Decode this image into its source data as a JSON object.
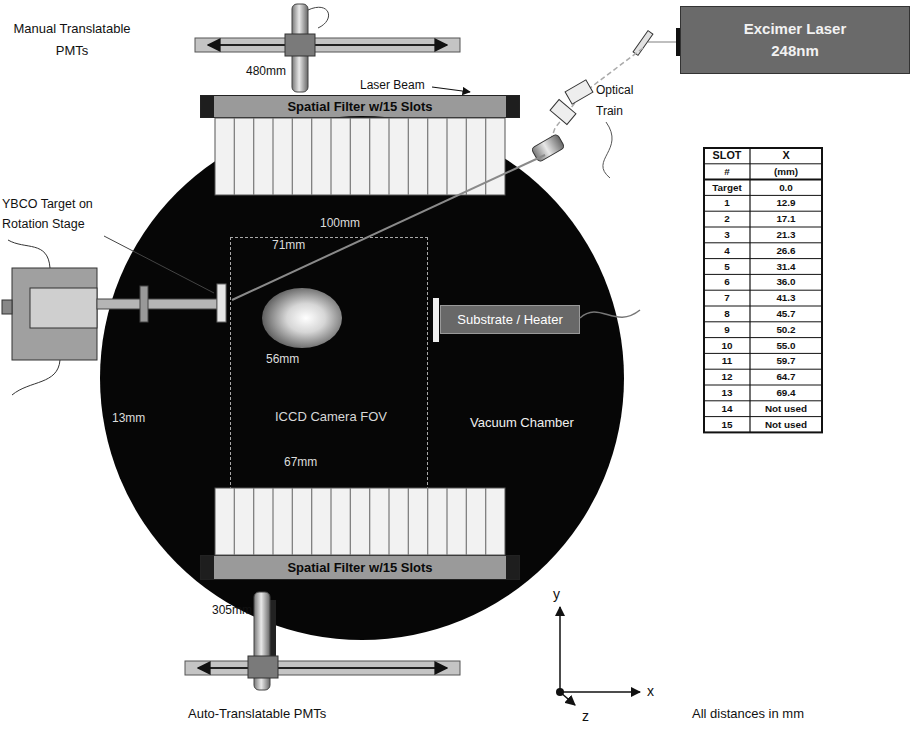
{
  "diagram": {
    "nodes": [
      {
        "text": [
          "Excimer Laser 248nm"
        ]
      },
      {
        "text": [
          "Spatial Filter w/15 Slots"
        ]
      },
      {
        "text": [
          "Vacuum Chamber"
        ]
      },
      {
        "text": [
          "ICCD Camera FOV"
        ],
        "in": 2
      },
      {
        "text": [
          "Substrate / Heater"
        ],
        "in": 2
      },
      {
        "text": [
          "Spatial Filter w/15 Slots"
        ]
      }
    ],
    "labels": [
      "Manual Translatable PMTs",
      "480mm",
      "Laser Beam",
      "Optical Train",
      "YBCO Target on Rotation Stage",
      "100mm",
      "71mm",
      "56mm",
      "13mm",
      "67mm",
      "305mm",
      "Auto-Translatable PMTs",
      "SLOT",
      "X",
      "#",
      "(mm)",
      "Target",
      "0.0",
      "1",
      "12.9",
      "2",
      "17.1",
      "3",
      "21.3",
      "4",
      "26.6",
      "5",
      "31.4",
      "6",
      "36.0",
      "7",
      "41.3",
      "8",
      "45.7",
      "9",
      "50.2",
      "10",
      "55.0",
      "11",
      "59.7",
      "12",
      "64.7",
      "13",
      "69.4",
      "14",
      "Not used",
      "15",
      "Not used",
      "y",
      "x",
      "z",
      "All distances in mm"
    ]
  }
}
